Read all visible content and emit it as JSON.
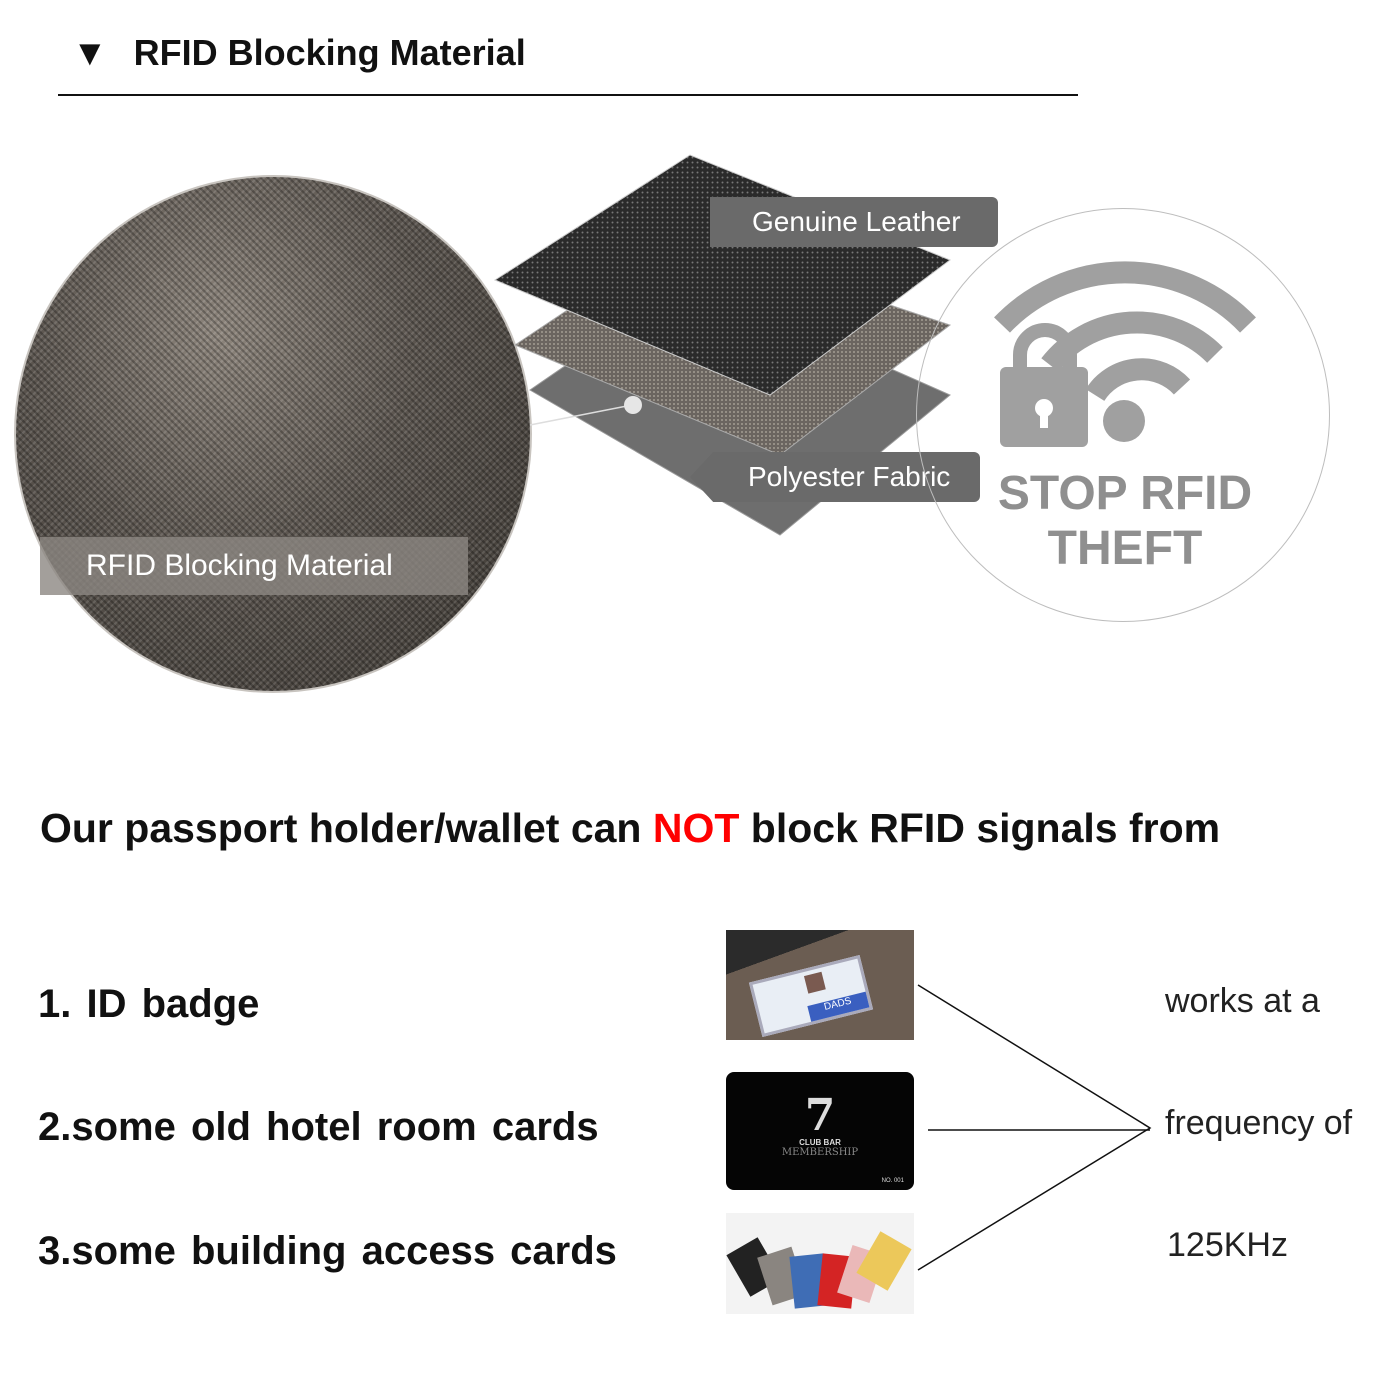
{
  "header": {
    "marker": "▼",
    "title": "RFID Blocking Material"
  },
  "material": {
    "circle_label": "RFID Blocking Material",
    "layer_labels": [
      "Genuine Leather",
      "Polyester Fabric"
    ]
  },
  "badge": {
    "line1": "STOP RFID",
    "line2": "THEFT",
    "icon": "wifi-lock-icon"
  },
  "notice": {
    "before": "Our  passport  holder/wallet can ",
    "highlight": "NOT",
    "after": " block RFID signals from"
  },
  "items": [
    {
      "label": "1. ID badge"
    },
    {
      "label": "2.some  old  hotel  room  cards"
    },
    {
      "label": "3.some  building  access  cards"
    }
  ],
  "card_text": {
    "brand_number": "7",
    "brand": "CLUB BAR",
    "subtitle": "MEMBERSHIP",
    "number": "NO. 001",
    "badge_logo": "DADS"
  },
  "frequency": {
    "line1": "works at a",
    "line2": "frequency of",
    "value": "125KHz"
  },
  "colors": {
    "accent": "#ff0000",
    "icon_gray": "#a0a0a0"
  }
}
